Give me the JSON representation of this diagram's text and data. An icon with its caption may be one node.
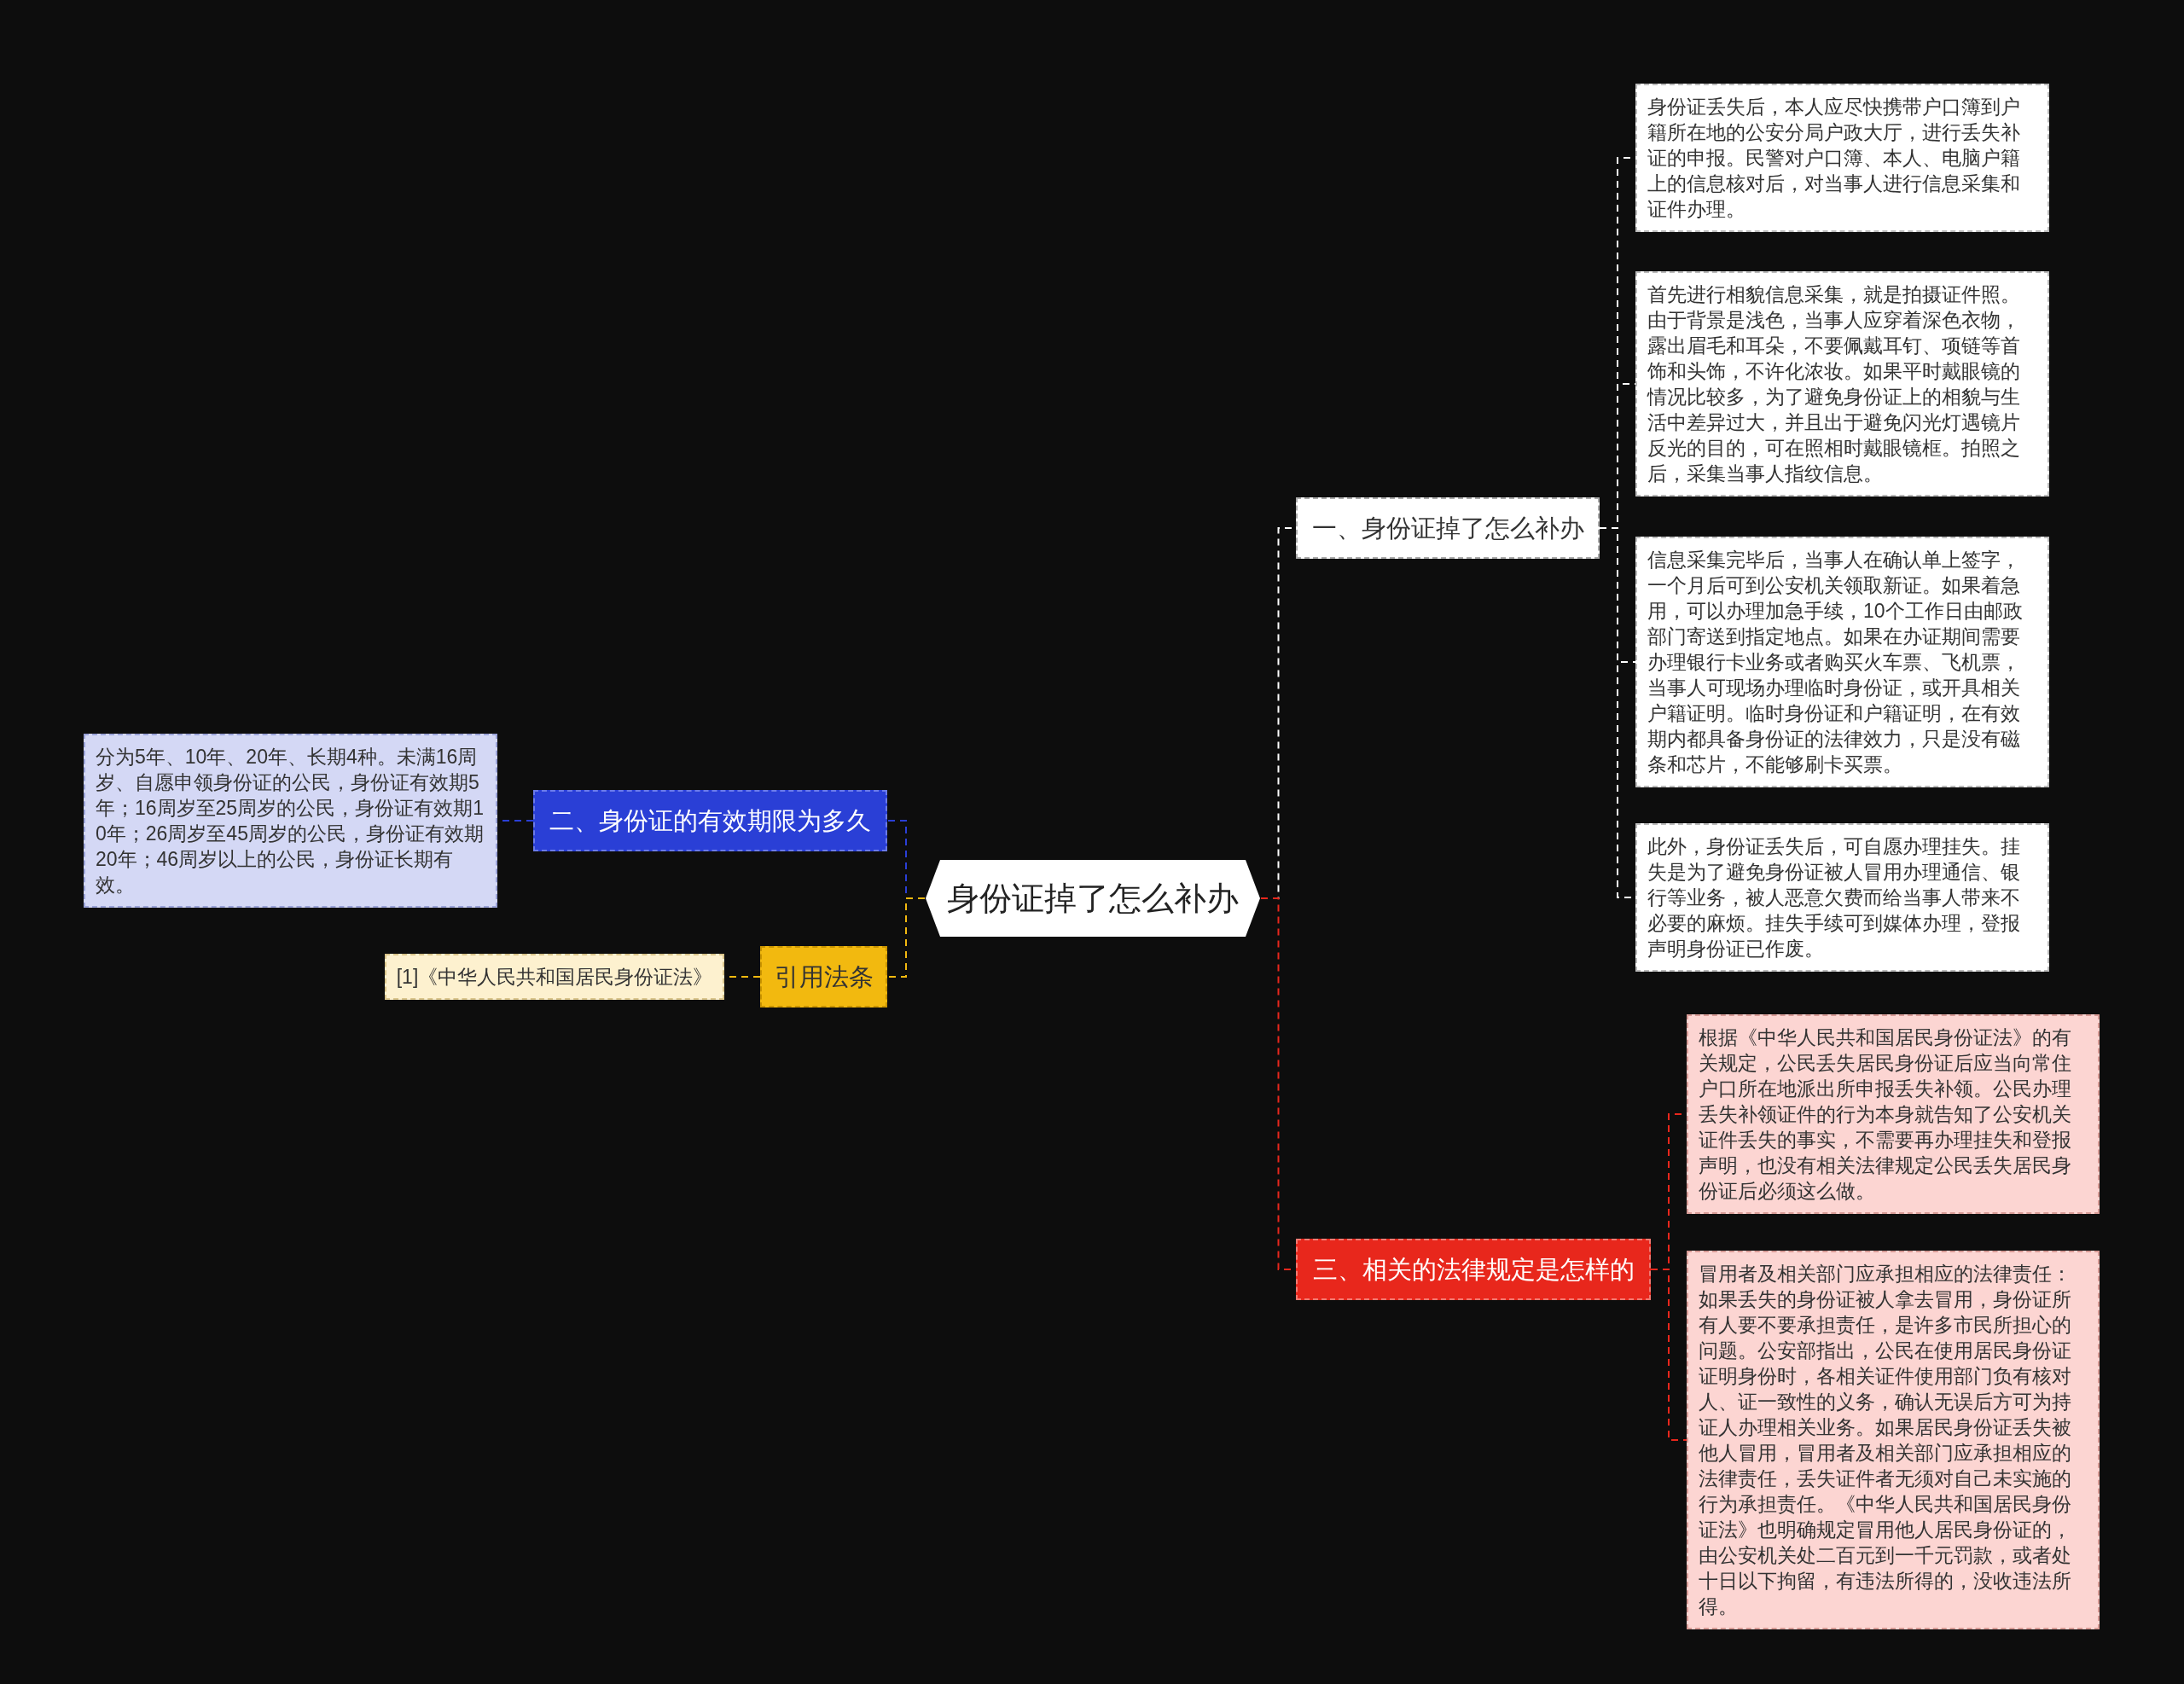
{
  "diagram": {
    "nodes": [
      {
        "text": [
          "身份证掉了怎么补办"
        ]
      },
      {
        "text": [
          "一、身份证掉了怎么补办"
        ]
      },
      {
        "text": [
          "身份证丢失后，本人应尽快携带户口簿到户籍所在地的公安分局户政大厅，进行丢失补证的申报。民警对户口簿、本人、电脑户籍上的信息核对后，对当事人进行信息采集和证件办理。"
        ]
      },
      {
        "text": [
          "首先进行相貌信息采集，就是拍摄证件照。由于背景是浅色，当事人应穿着深色衣物，露出眉毛和耳朵，不要佩戴耳钉、项链等首饰和头饰，不许化浓妆。如果平时戴眼镜的情况比较多，为了避免身份证上的相貌与生活中差异过大，并且出于避免闪光灯遇镜片反光的目的，可在照相时戴眼镜框。拍照之后，采集当事人指纹信息。"
        ]
      },
      {
        "text": [
          "信息采集完毕后，当事人在确认单上签字，一个月后可到公安机关领取新证。如果着急用，可以办理加急手续，10个工作日由邮政部门寄送到指定地点。如果在办证期间需要办理银行卡业务或者购买火车票、飞机票，当事人可现场办理临时身份证，或开具相关户籍证明。临时身份证和户籍证明，在有效期内都具备身份证的法律效力，只是没有磁条和芯片，不能够刷卡买票。"
        ]
      },
      {
        "text": [
          "此外，身份证丢失后，可自愿办理挂失。挂失是为了避免身份证被人冒用办理通信、银行等业务，被人恶意欠费而给当事人带来不必要的麻烦。挂失手续可到媒体办理，登报声明身份证已作废。"
        ]
      },
      {
        "text": [
          "二、身份证的有效期限为多久"
        ]
      },
      {
        "text": [
          "分为5年、10年、20年、长期4种。未满16周岁、自愿申领身份证的公民，身份证有效期5年；16周岁至25周岁的公民，身份证有效期10年；26周岁至45周岁的公民，身份证有效期20年；46周岁以上的公民，身份证长期有效。"
        ]
      },
      {
        "text": [
          "引用法条"
        ]
      },
      {
        "text": [
          "[1]《中华人民共和国居民身份证法》"
        ]
      },
      {
        "text": [
          "三、相关的法律规定是怎样的"
        ]
      },
      {
        "text": [
          "根据《中华人民共和国居民身份证法》的有关规定，公民丢失居民身份证后应当向常住户口所在地派出所申报丢失补领。公民办理丢失补领证件的行为本身就告知了公安机关证件丢失的事实，不需要再办理挂失和登报声明，也没有相关法律规定公民丢失居民身份证后必须这么做。"
        ]
      },
      {
        "text": [
          "冒用者及相关部门应承担相应的法律责任：如果丢失的身份证被人拿去冒用，身份证所有人要不要承担责任，是许多市民所担心的问题。公安部指出，公民在使用居民身份证证明身份时，各相关证件使用部门负有核对人、证一致性的义务，确认无误后方可为持证人办理相关业务。如果居民身份证丢失被他人冒用，冒用者及相关部门应承担相应的法律责任，丢失证件者无须对自己未实施的行为承担责任。《中华人民共和国居民身份证法》也明确规定冒用他人居民身份证的，由公安机关处二百元到一千元罚款，或者处十日以下拘留，有违法所得的，没收违法所得。"
        ]
      }
    ],
    "edges": [
      {
        "from": 0,
        "to": 1,
        "arrow": "none",
        "style": "dashed"
      },
      {
        "from": 1,
        "to": 2,
        "arrow": "none",
        "style": "dashed"
      },
      {
        "from": 1,
        "to": 3,
        "arrow": "none",
        "style": "dashed"
      },
      {
        "from": 1,
        "to": 4,
        "arrow": "none",
        "style": "dashed"
      },
      {
        "from": 1,
        "to": 5,
        "arrow": "none",
        "style": "dashed"
      },
      {
        "from": 0,
        "to": 6,
        "arrow": "none",
        "style": "dashed",
        "color": "#2a3fd6"
      },
      {
        "from": 6,
        "to": 7,
        "arrow": "none",
        "style": "dashed",
        "color": "#2a3fd6"
      },
      {
        "from": 0,
        "to": 8,
        "arrow": "none",
        "style": "dashed",
        "color": "#f2b90f"
      },
      {
        "from": 8,
        "to": 9,
        "arrow": "none",
        "style": "dashed",
        "color": "#f2b90f"
      },
      {
        "from": 0,
        "to": 10,
        "arrow": "none",
        "style": "dashed",
        "color": "#e8271c"
      },
      {
        "from": 10,
        "to": 11,
        "arrow": "none",
        "style": "dashed",
        "color": "#e8271c"
      },
      {
        "from": 10,
        "to": 12,
        "arrow": "none",
        "style": "dashed",
        "color": "#e8271c"
      }
    ]
  }
}
